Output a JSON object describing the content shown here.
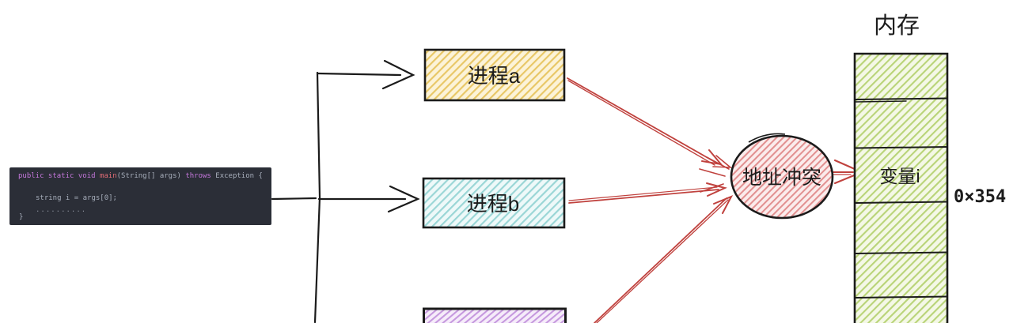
{
  "diagram": {
    "process_a_label": "进程a",
    "process_b_label": "进程b",
    "conflict_label": "地址冲突",
    "memory_title": "内存",
    "variable_label": "变量i",
    "address_label": "0×354"
  },
  "code_panel": {
    "tokens": {
      "kw1": "public static void ",
      "fn": "main",
      "params": "(String[] args) ",
      "kw2": "throws",
      "rest": " Exception {",
      "line2": "string i = args[0];",
      "line3": "..........",
      "line4": "}"
    }
  },
  "colors": {
    "arrow_red": "#c0423e",
    "outline_black": "#1b1b1b",
    "hatch_yellow": "#e8c766",
    "hatch_cyan": "#9ad6d6",
    "hatch_red": "#e29090",
    "hatch_green": "#b9d478",
    "hatch_purple": "#c598de",
    "code_background": "#2b2e37",
    "code_keyword": "#c678dd",
    "code_function": "#e06c75",
    "code_plain": "#a7aebb"
  }
}
